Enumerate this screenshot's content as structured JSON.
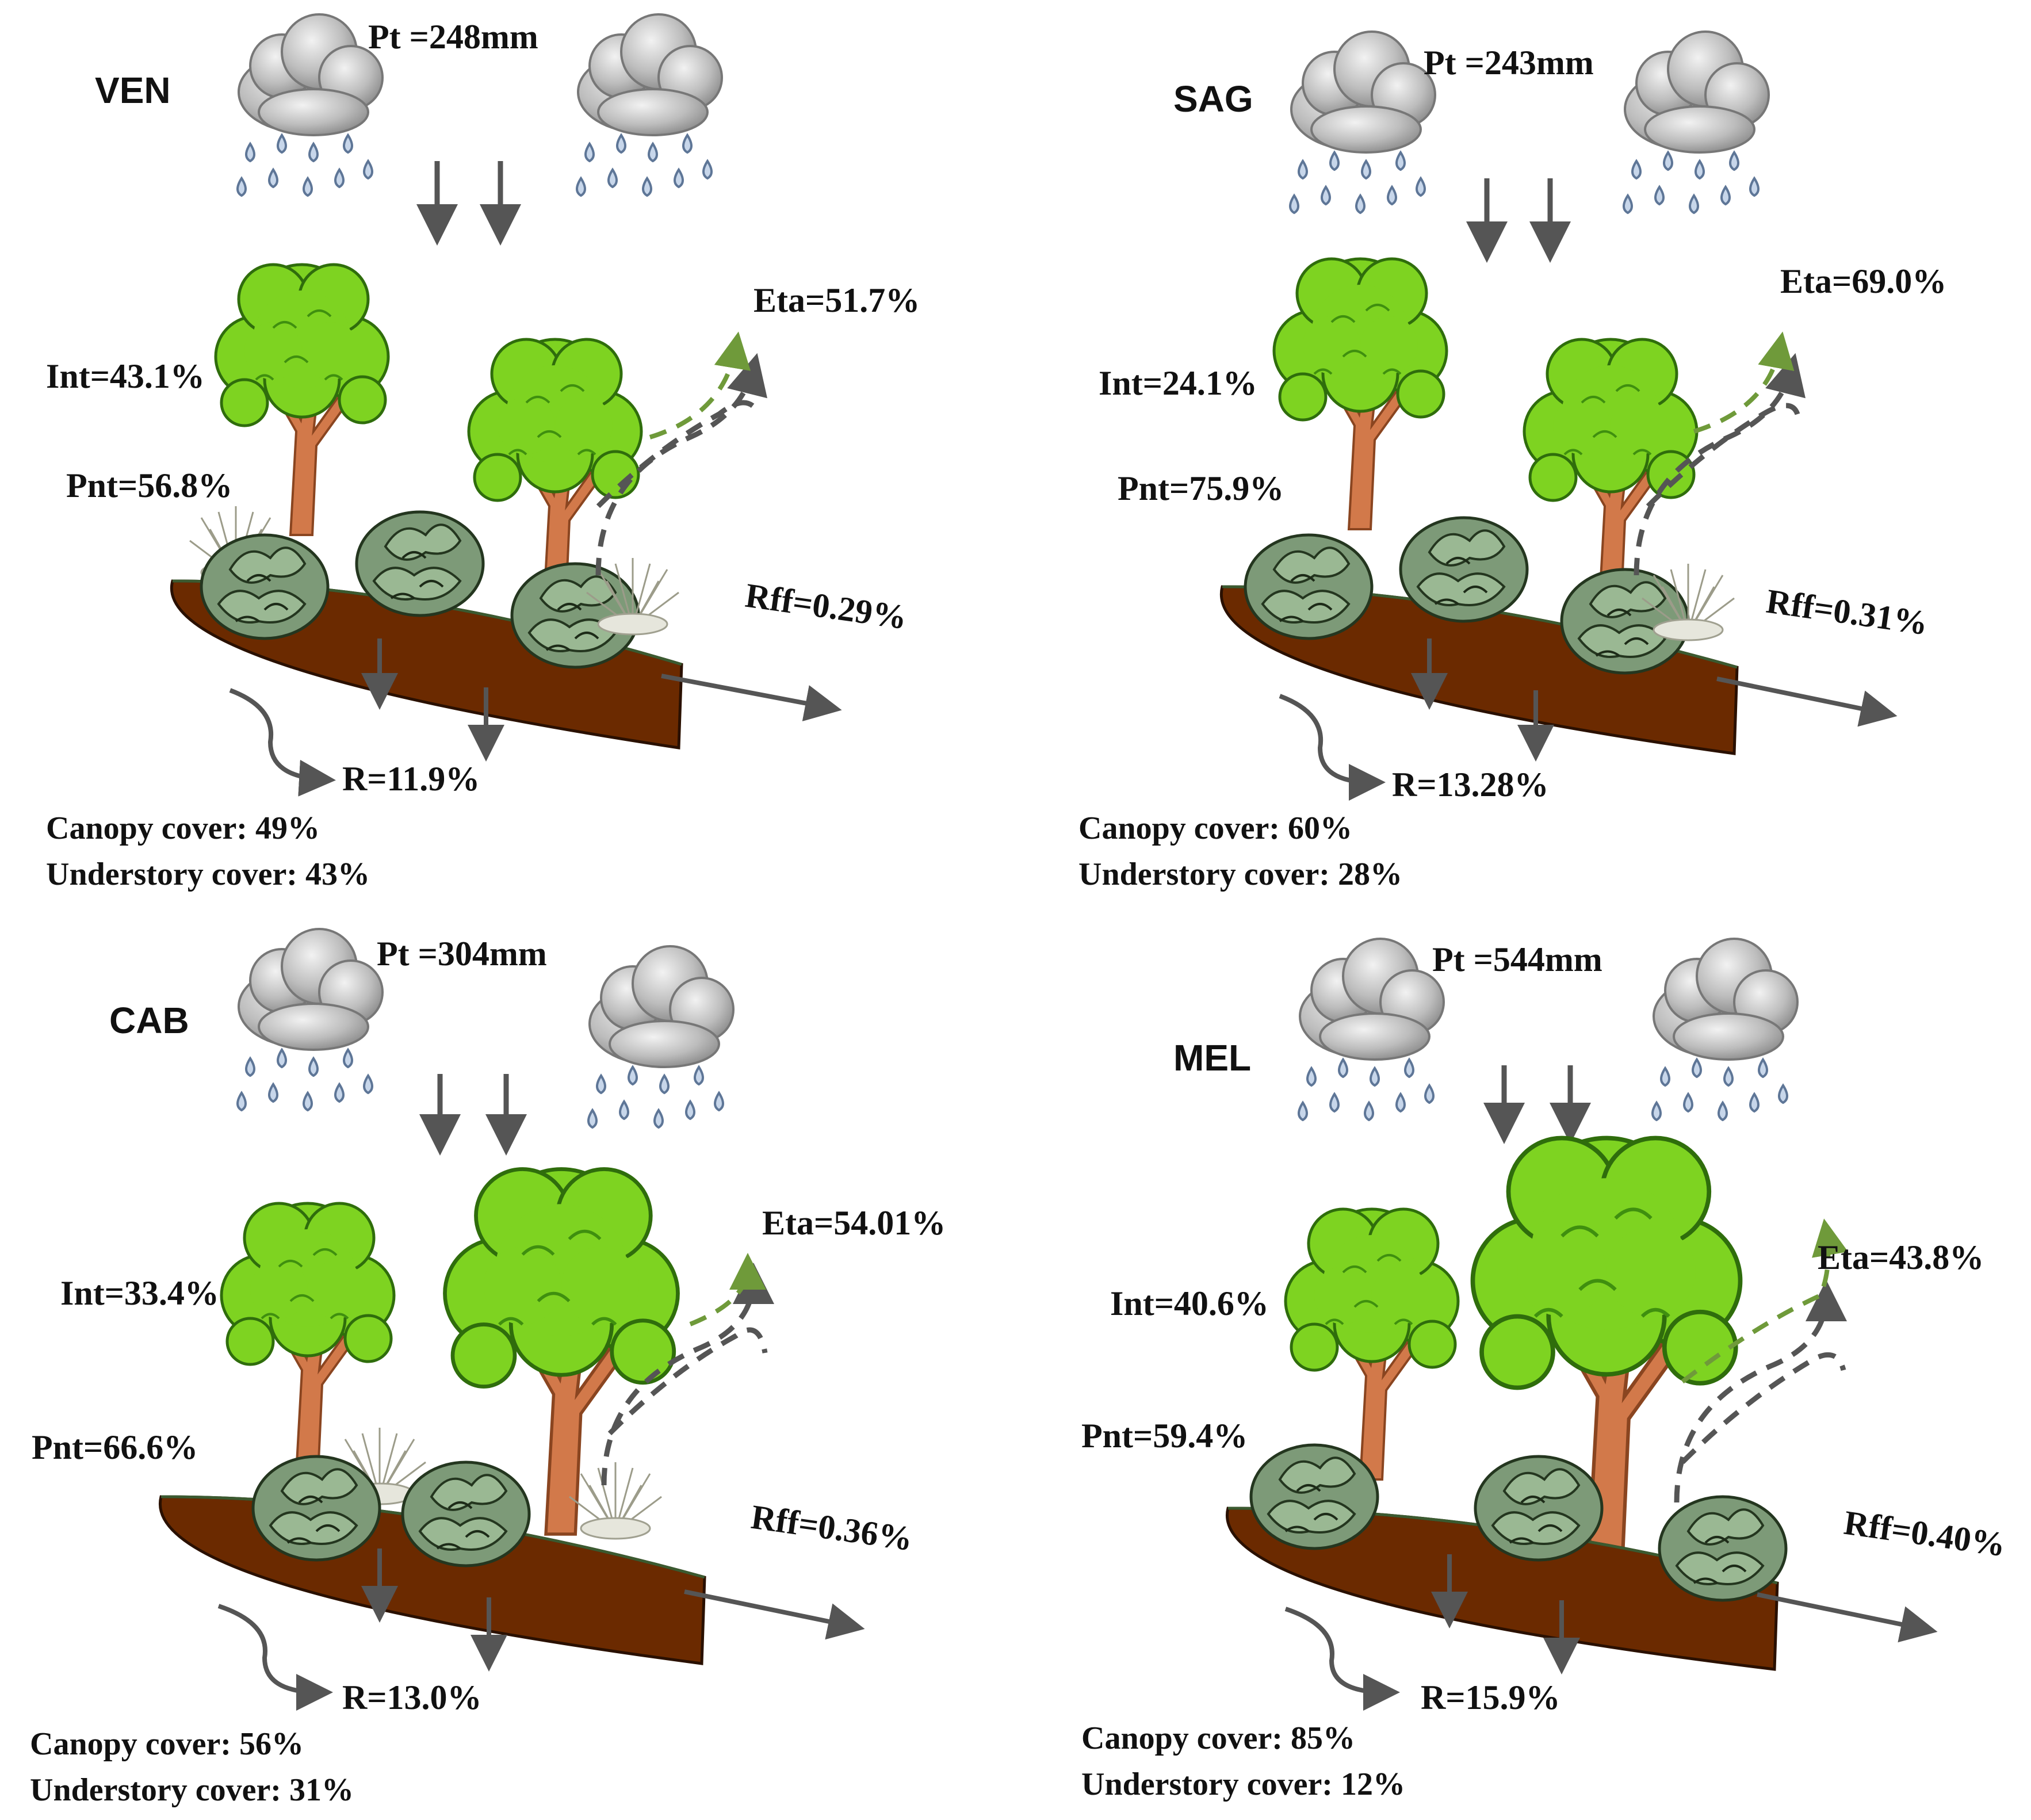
{
  "panels": [
    {
      "site": "VEN",
      "pt": "Pt =248mm",
      "int": "Int=43.1%",
      "pnt": "Pnt=56.8%",
      "eta": "Eta=51.7%",
      "rff": "Rff=0.29%",
      "r": "R=11.9%",
      "canopy": "Canopy cover: 49%",
      "understory": "Understory cover: 43%"
    },
    {
      "site": "SAG",
      "pt": "Pt =243mm",
      "int": "Int=24.1%",
      "pnt": "Pnt=75.9%",
      "eta": "Eta=69.0%",
      "rff": "Rff=0.31%",
      "r": "R=13.28%",
      "canopy": "Canopy cover: 60%",
      "understory": "Understory cover: 28%"
    },
    {
      "site": "CAB",
      "pt": "Pt =304mm",
      "int": "Int=33.4%",
      "pnt": "Pnt=66.6%",
      "eta": "Eta=54.01%",
      "rff": "Rff=0.36%",
      "r": "R=13.0%",
      "canopy": "Canopy cover: 56%",
      "understory": "Understory cover: 31%"
    },
    {
      "site": "MEL",
      "pt": "Pt =544mm",
      "int": "Int=40.6%",
      "pnt": "Pnt=59.4%",
      "eta": "Eta=43.8%",
      "rff": "Rff=0.40%",
      "r": "R=15.9%",
      "canopy": "Canopy cover: 85%",
      "understory": "Understory cover: 12%"
    }
  ],
  "colors": {
    "soil": "#6b2a00",
    "foliage": "#7ed321",
    "foliage_dark": "#3f8f0f",
    "trunk": "#d2794a",
    "shrub": "#6f8f6a",
    "cloud": "#b9b9b9",
    "rain": "#8fa7c7",
    "arrow": "#555555",
    "eta_arrow": "#6f9a3a"
  }
}
